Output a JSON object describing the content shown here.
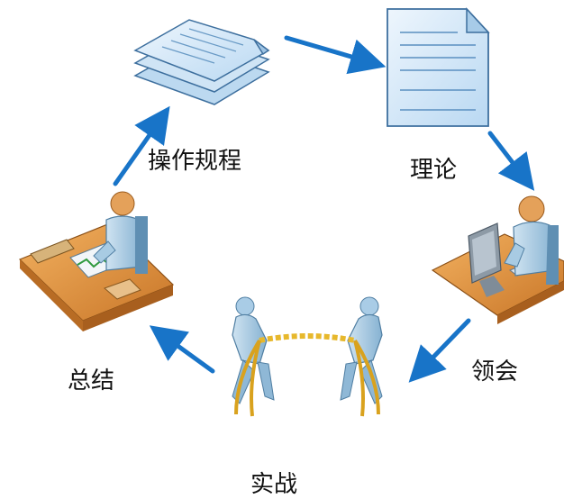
{
  "nodes": {
    "operating_procedures": {
      "label": "操作规程",
      "icon": "stacked-documents-icon"
    },
    "theory": {
      "label": "理论",
      "icon": "document-icon"
    },
    "comprehension": {
      "label": "领会",
      "icon": "person-at-computer-icon"
    },
    "practice": {
      "label": "实战",
      "icon": "tug-of-war-icon"
    },
    "summary": {
      "label": "总结",
      "icon": "person-writing-at-desk-icon"
    }
  },
  "colors": {
    "arrow": "#1874c8",
    "doc_fill": "#d8eaf8",
    "doc_stroke": "#4a7fb0",
    "figure": "#9ec3dc",
    "desk": "#d98c3c",
    "rope": "#e7b82c"
  }
}
